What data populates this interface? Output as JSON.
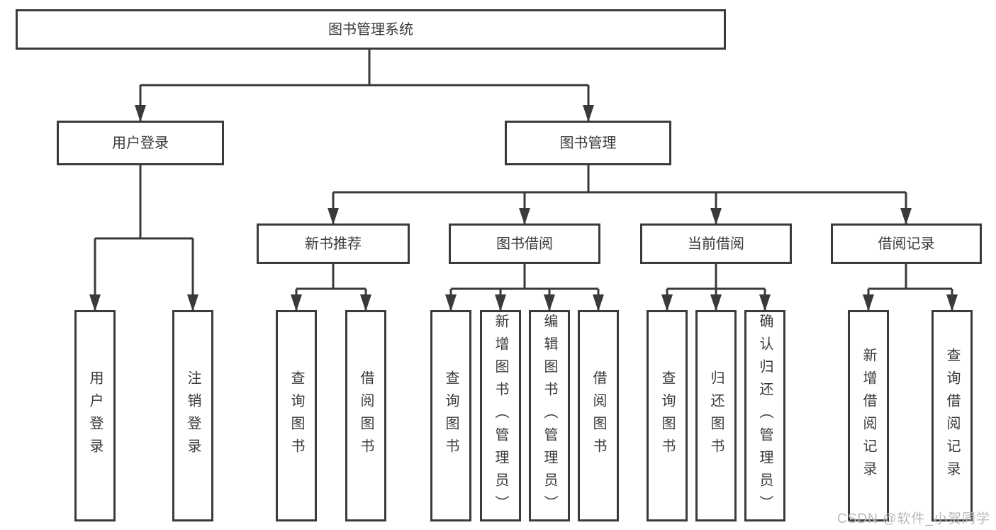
{
  "diagram": {
    "root": {
      "label": "图书管理系统"
    },
    "level2": [
      {
        "label": "用户登录"
      },
      {
        "label": "图书管理"
      }
    ],
    "level3": [
      {
        "label": "新书推荐"
      },
      {
        "label": "图书借阅"
      },
      {
        "label": "当前借阅"
      },
      {
        "label": "借阅记录"
      }
    ],
    "leaves": [
      {
        "label": "用户登录",
        "parent": "用户登录"
      },
      {
        "label": "注销登录",
        "parent": "用户登录"
      },
      {
        "label": "查询图书",
        "parent": "新书推荐"
      },
      {
        "label": "借阅图书",
        "parent": "新书推荐"
      },
      {
        "label": "查询图书",
        "parent": "图书借阅"
      },
      {
        "label": "新增图书（管理员）",
        "parent": "图书借阅"
      },
      {
        "label": "编辑图书（管理员）",
        "parent": "图书借阅"
      },
      {
        "label": "借阅图书",
        "parent": "图书借阅"
      },
      {
        "label": "查询图书",
        "parent": "当前借阅"
      },
      {
        "label": "归还图书",
        "parent": "当前借阅"
      },
      {
        "label": "确认归还（管理员）",
        "parent": "当前借阅"
      },
      {
        "label": "新增借阅记录",
        "parent": "借阅记录"
      },
      {
        "label": "查询借阅记录",
        "parent": "借阅记录"
      }
    ],
    "watermark": "CSDN @软件_小贺同学",
    "colors": {
      "line": "#3a3a3a",
      "box_border": "#3b3b3b",
      "box_fill": "#ffffff",
      "text": "#3b3b3b",
      "watermark": "#b9b9b9",
      "background": "#ffffff"
    }
  }
}
